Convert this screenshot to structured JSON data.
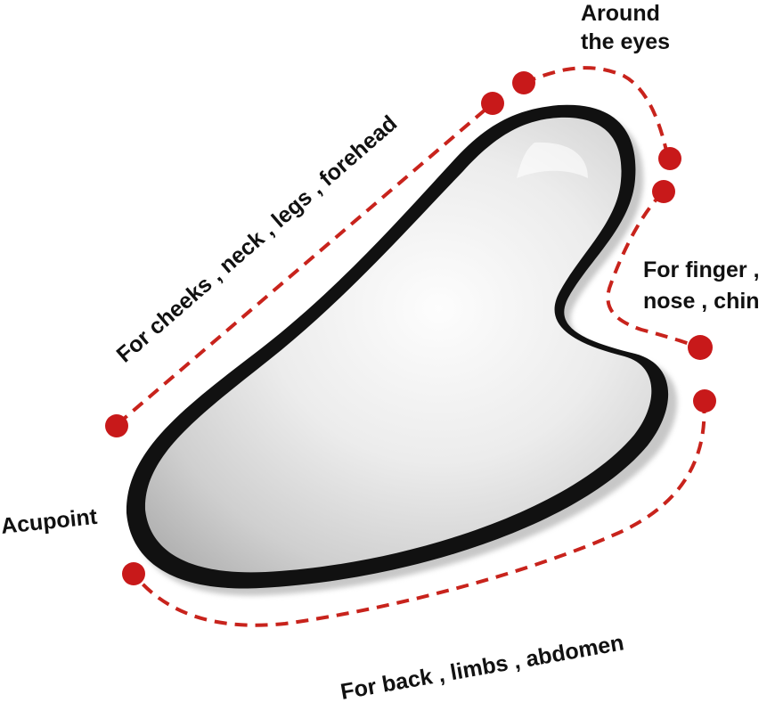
{
  "labels": {
    "around_eyes_line1": "Around",
    "around_eyes_line2": "the eyes",
    "cheeks": "For cheeks , neck , legs , forehead",
    "finger_line1": "For finger ,",
    "finger_line2": "nose , chin",
    "acupoint": "Acupoint",
    "back": "For back , limbs , abdomen"
  },
  "colors": {
    "guide_line": "#c8231c",
    "dot": "#c8191a",
    "tool_outline": "#111111",
    "tool_face": "#e6e6e6"
  }
}
